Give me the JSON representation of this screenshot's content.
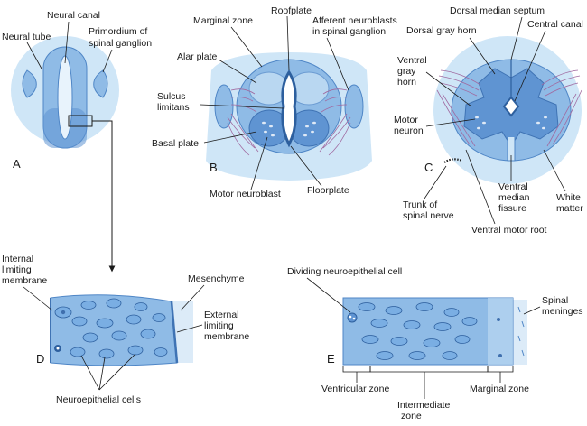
{
  "panels": {
    "a": {
      "letter": "A",
      "labels": {
        "neural_tube": "Neural tube",
        "neural_canal": "Neural canal",
        "primordium_1": "Primordium of",
        "primordium_2": "spinal ganglion"
      }
    },
    "b": {
      "letter": "B",
      "labels": {
        "marginal_zone": "Marginal zone",
        "roofplate": "Roofplate",
        "afferent_1": "Afferent neuroblasts",
        "afferent_2": "in spinal ganglion",
        "alar_plate": "Alar plate",
        "sulcus_1": "Sulcus",
        "sulcus_2": "limitans",
        "basal_plate": "Basal plate",
        "motor_neuroblast": "Motor neuroblast",
        "floorplate": "Floorplate"
      }
    },
    "c": {
      "letter": "C",
      "labels": {
        "dorsal_median_septum": "Dorsal  median septum",
        "dorsal_gray_horn": "Dorsal gray horn",
        "central_canal": "Central canal",
        "ventral_gray_horn_1": "Ventral",
        "ventral_gray_horn_2": "gray",
        "ventral_gray_horn_3": "horn",
        "motor_neuron_1": "Motor",
        "motor_neuron_2": "neuron",
        "ventral_median_1": "Ventral",
        "ventral_median_2": "median",
        "ventral_median_3": "fissure",
        "white_matter_1": "White",
        "white_matter_2": "matter",
        "trunk_1": "Trunk of",
        "trunk_2": "spinal nerve",
        "ventral_motor_root": "Ventral motor root"
      }
    },
    "d": {
      "letter": "D",
      "labels": {
        "internal_1": "Internal",
        "internal_2": "limiting",
        "internal_3": "membrane",
        "mesenchyme": "Mesenchyme",
        "external_1": "External",
        "external_2": "limiting",
        "external_3": "membrane",
        "neuroepithelial_cells": "Neuroepithelial cells"
      }
    },
    "e": {
      "letter": "E",
      "labels": {
        "dividing_cell": "Dividing neuroepithelial cell",
        "spinal_1": "Spinal",
        "spinal_2": "meninges",
        "ventricular_zone": "Ventricular zone",
        "marginal_zone": "Marginal zone",
        "intermediate_1": "Intermediate",
        "intermediate_2": "zone"
      }
    }
  },
  "colors": {
    "background_blue": "#cfe6f7",
    "tissue_mid": "#8fbbe6",
    "tissue_dark": "#5f94d2",
    "nerve_fibers": "#a06aa0"
  }
}
